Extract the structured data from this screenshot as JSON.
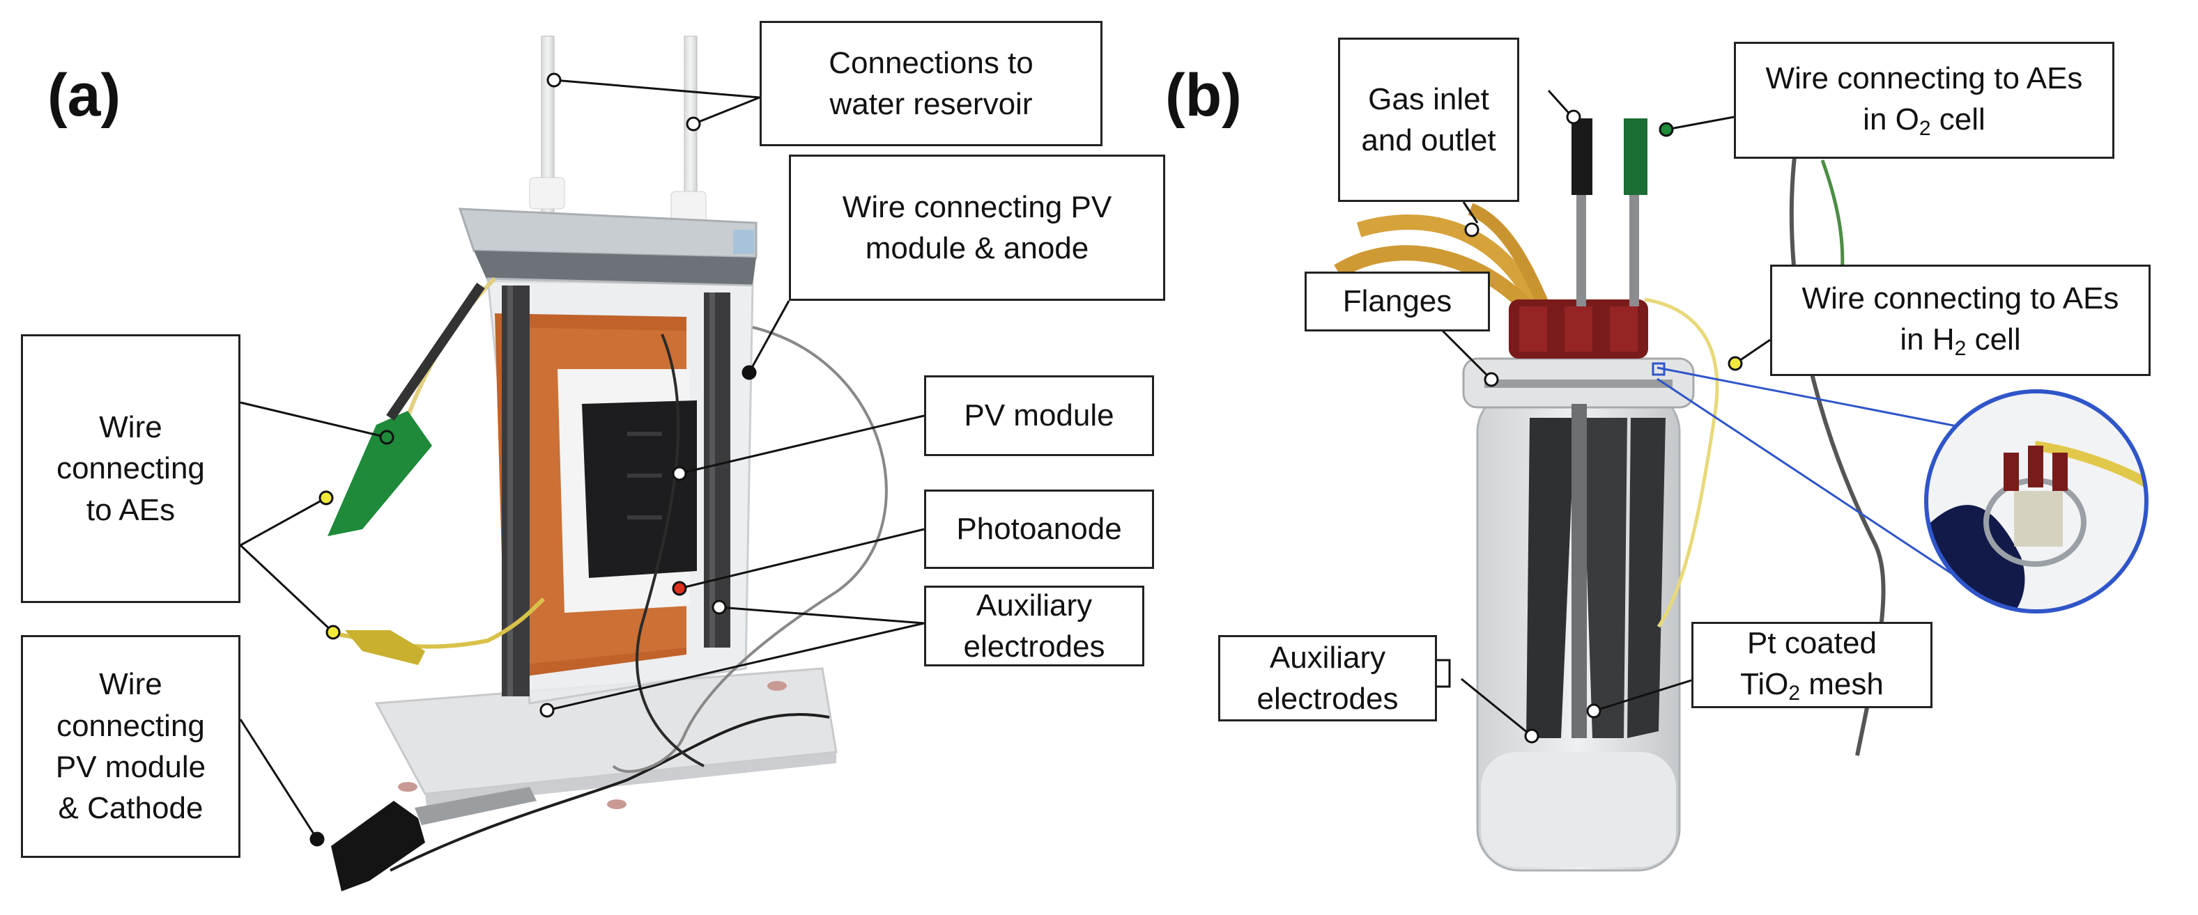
{
  "panels": {
    "a": "(a)",
    "b": "(b)"
  },
  "labels_a": {
    "water": "Connections to\nwater reservoir",
    "pv_anode": "Wire connecting PV\nmodule & anode",
    "pv_module": "PV module",
    "photoanode": "Photoanode",
    "aux": "Auxiliary\nelectrodes",
    "aes": "Wire\nconnecting\nto AEs",
    "pv_cathode": "Wire\nconnecting\nPV module\n& Cathode"
  },
  "labels_b": {
    "gas": "Gas inlet\nand outlet",
    "o2_line1": "Wire connecting to AEs",
    "o2_pre": "in O",
    "o2_sub": "2",
    "o2_post": " cell",
    "flanges": "Flanges",
    "h2_line1": "Wire connecting to AEs",
    "h2_pre": "in H",
    "h2_sub": "2",
    "h2_post": " cell",
    "aux": "Auxiliary\nelectrodes",
    "mesh_line1": "Pt coated",
    "mesh_pre": "TiO",
    "mesh_sub": "2",
    "mesh_post": " mesh"
  },
  "colors": {
    "wood": "#c0622a",
    "yellow_wire": "#e8c94a",
    "green_clip": "#1e8a3a",
    "cap_red": "#7a1b1b",
    "zoom_border": "#2f55c9",
    "marker_red": "#e0301e"
  }
}
